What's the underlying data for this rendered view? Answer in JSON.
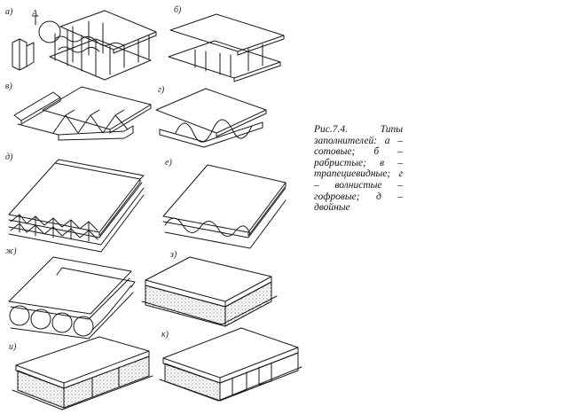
{
  "figure": {
    "caption": "Рис.7.4. Типы заполнителей: а – сотовые; б – рабристые; в – трапециевидные; г – волнистые – гофровые; д – двойные",
    "panel_labels": [
      "а)",
      "б)",
      "в)",
      "г)",
      "д)",
      "е)",
      "ж)",
      "з)",
      "и)",
      "к)"
    ],
    "callout_label": "А"
  }
}
